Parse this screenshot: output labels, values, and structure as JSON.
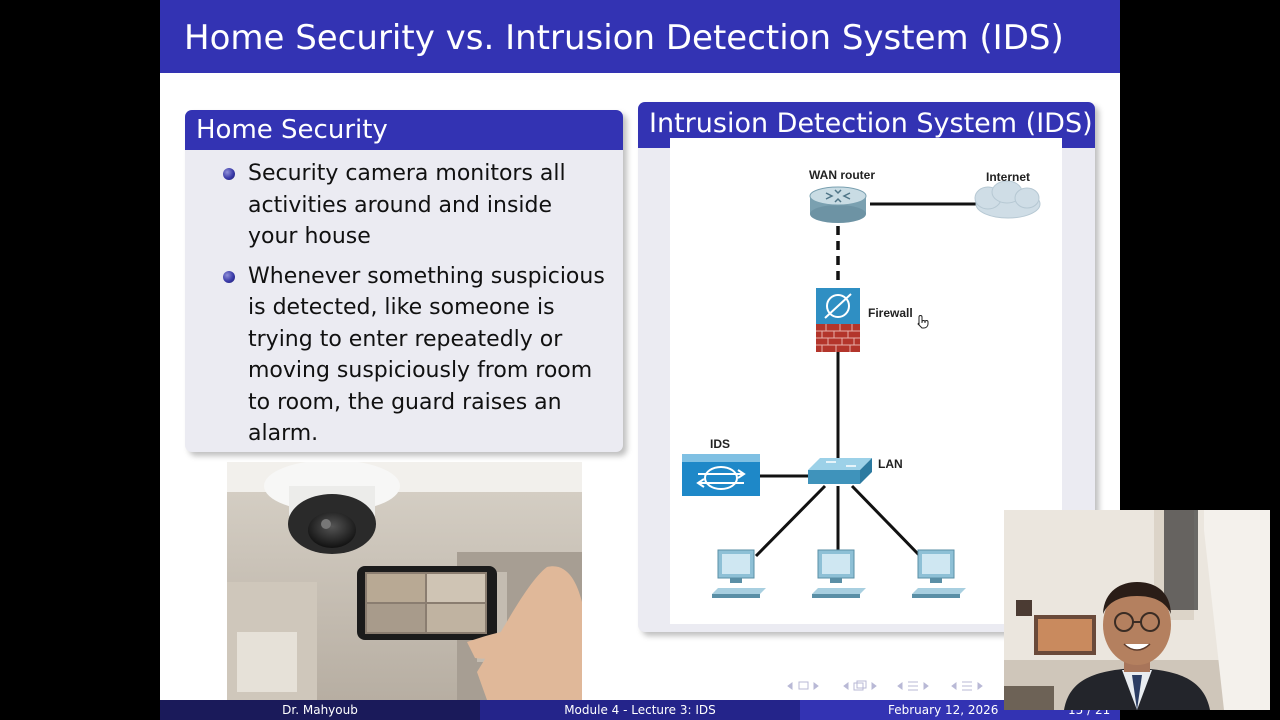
{
  "slide": {
    "title": "Home Security vs. Intrusion Detection System (IDS)",
    "left_block": {
      "heading": "Home Security",
      "bullets": [
        "Security camera monitors all activities around and inside your house",
        "Whenever something suspicious is detected, like someone is trying to enter repeatedly or moving suspiciously from room to room, the guard raises an alarm."
      ]
    },
    "right_block": {
      "heading": "Intrusion Detection System (IDS)",
      "diagram": {
        "wan_router": "WAN router",
        "internet": "Internet",
        "firewall": "Firewall",
        "ids": "IDS",
        "lan": "LAN"
      }
    }
  },
  "footer": {
    "author": "Dr. Mahyoub",
    "course": "Module 4 - Lecture 3: IDS",
    "date": "February 12, 2026",
    "page": "15 / 21"
  },
  "colors": {
    "primary": "#3333b3",
    "block_body": "#ebebf2",
    "footer_dark": "#1a1a5a",
    "footer_mid": "#24248a",
    "network_teal": "#1e88c8"
  }
}
